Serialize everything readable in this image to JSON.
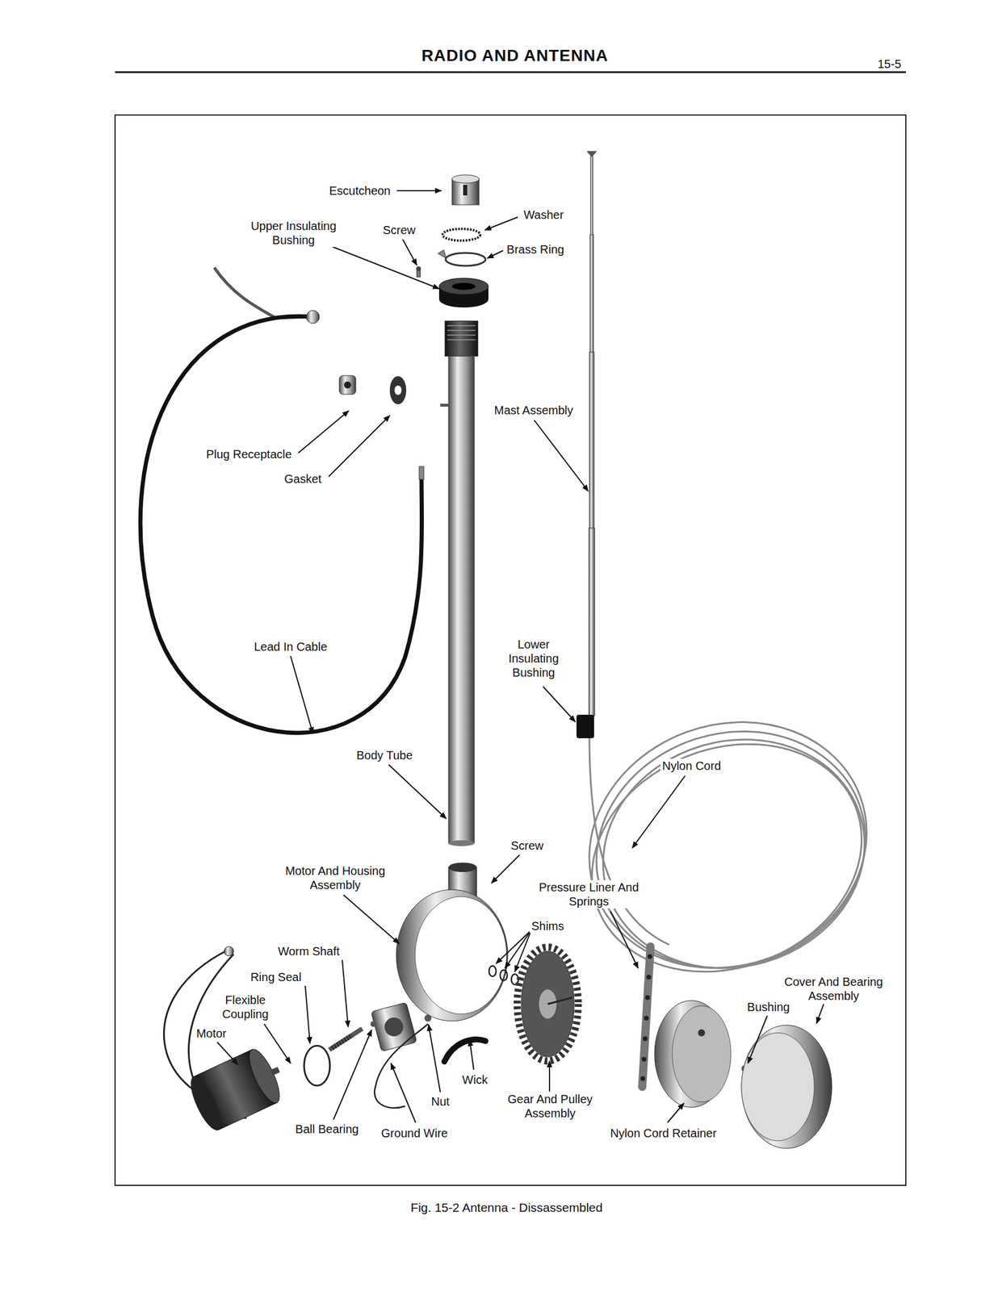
{
  "diagram": {
    "title": "RADIO AND ANTENNA",
    "caption": "Fig. 15-2 Antenna - Dissassembled",
    "labels": [
      "15-5",
      "Escutcheon",
      "Upper Insulating Bushing",
      "Screw",
      "Washer",
      "Brass Ring",
      "Mast Assembly",
      "Plug Receptacle",
      "Gasket",
      "Lead In Cable",
      "Lower Insulating Bushing",
      "Body Tube",
      "Nylon Cord",
      "Screw",
      "Motor And Housing Assembly",
      "Pressure Liner And Springs",
      "Shims",
      "Worm Shaft",
      "Ring Seal",
      "Flexible Coupling",
      "Motor",
      "Wick",
      "Nut",
      "Gear And Pulley Assembly",
      "Ball Bearing",
      "Ground Wire",
      "Nylon Cord Retainer",
      "Cover And Bearing Assembly",
      "Bushing"
    ]
  }
}
